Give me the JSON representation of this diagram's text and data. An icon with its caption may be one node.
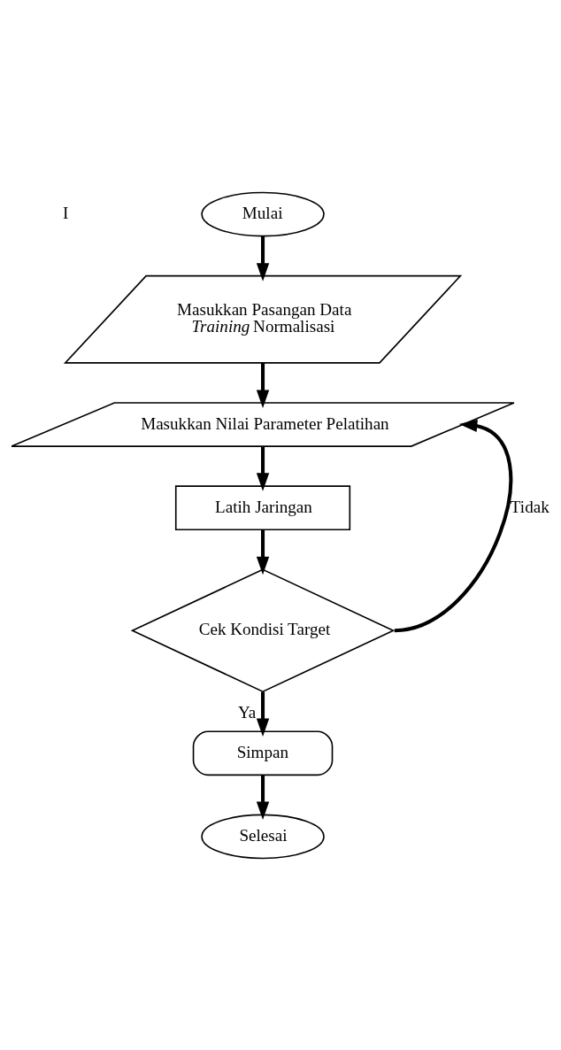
{
  "diagram": {
    "nodes": [
      {
        "text": [
          "Mulai"
        ]
      },
      {
        "text": [
          "Masukkan Pasangan Data *Training* Normalisasi"
        ]
      },
      {
        "text": [
          "Masukkan Nilai Parameter Pelatihan"
        ]
      },
      {
        "text": [
          "Latih Jaringan"
        ]
      },
      {
        "text": [
          "Cek Kondisi Target"
        ]
      },
      {
        "text": [
          "Simpan"
        ]
      },
      {
        "text": [
          "Selesai"
        ]
      }
    ],
    "edges": [
      {
        "from": 0,
        "to": 1,
        "arrow": "to"
      },
      {
        "from": 1,
        "to": 2,
        "arrow": "to"
      },
      {
        "from": 2,
        "to": 3,
        "arrow": "to"
      },
      {
        "from": 3,
        "to": 4,
        "arrow": "to"
      },
      {
        "from": 4,
        "to": 2,
        "arrow": "to",
        "label": "Tidak"
      },
      {
        "from": 4,
        "to": 5,
        "arrow": "to",
        "label": "Ya"
      },
      {
        "from": 5,
        "to": 6,
        "arrow": "to"
      }
    ],
    "labels": [
      "I"
    ]
  }
}
